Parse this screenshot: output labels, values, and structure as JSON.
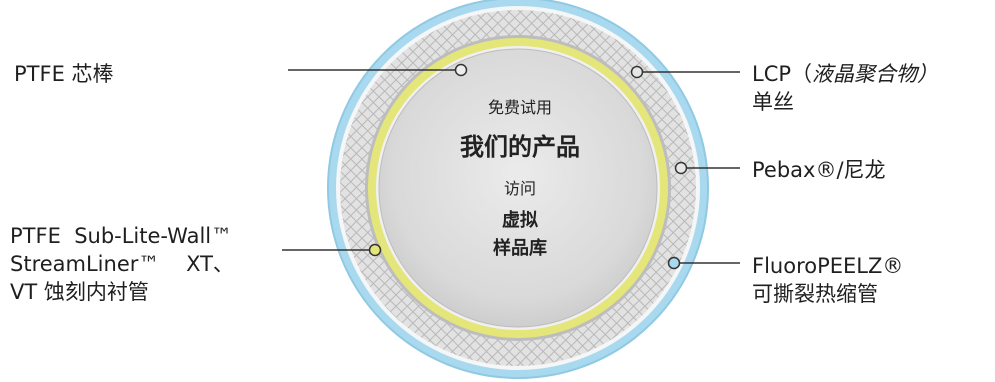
{
  "labels": {
    "ptfe_mandrel": "PTFE 芯棒",
    "lcp_line1_a": "LCP（",
    "lcp_line1_b": "液晶聚合物",
    "lcp_line1_c": "）",
    "lcp_line2": "单丝",
    "pebax": "Pebax®/尼龙",
    "liner_line1": "PTFE  Sub-Lite-Wall™",
    "liner_line2": "StreamLiner™    XT、",
    "liner_line3": "VT 蚀刻内衬管",
    "fluoro_line1": "FluoroPEELZ®",
    "fluoro_line2": "可撕裂热缩管"
  },
  "center": {
    "free_trial": "免费试用",
    "our_products": "我们的产品",
    "visit": "访问",
    "library_line1": "虚拟",
    "library_line2": "样品库"
  },
  "colors": {
    "outer_blue": "#a9d9ee",
    "braid": "#d6d6d6",
    "yellow_ring": "#e4e67a",
    "core": "#dcdcdc",
    "leader_line": "#333333"
  }
}
